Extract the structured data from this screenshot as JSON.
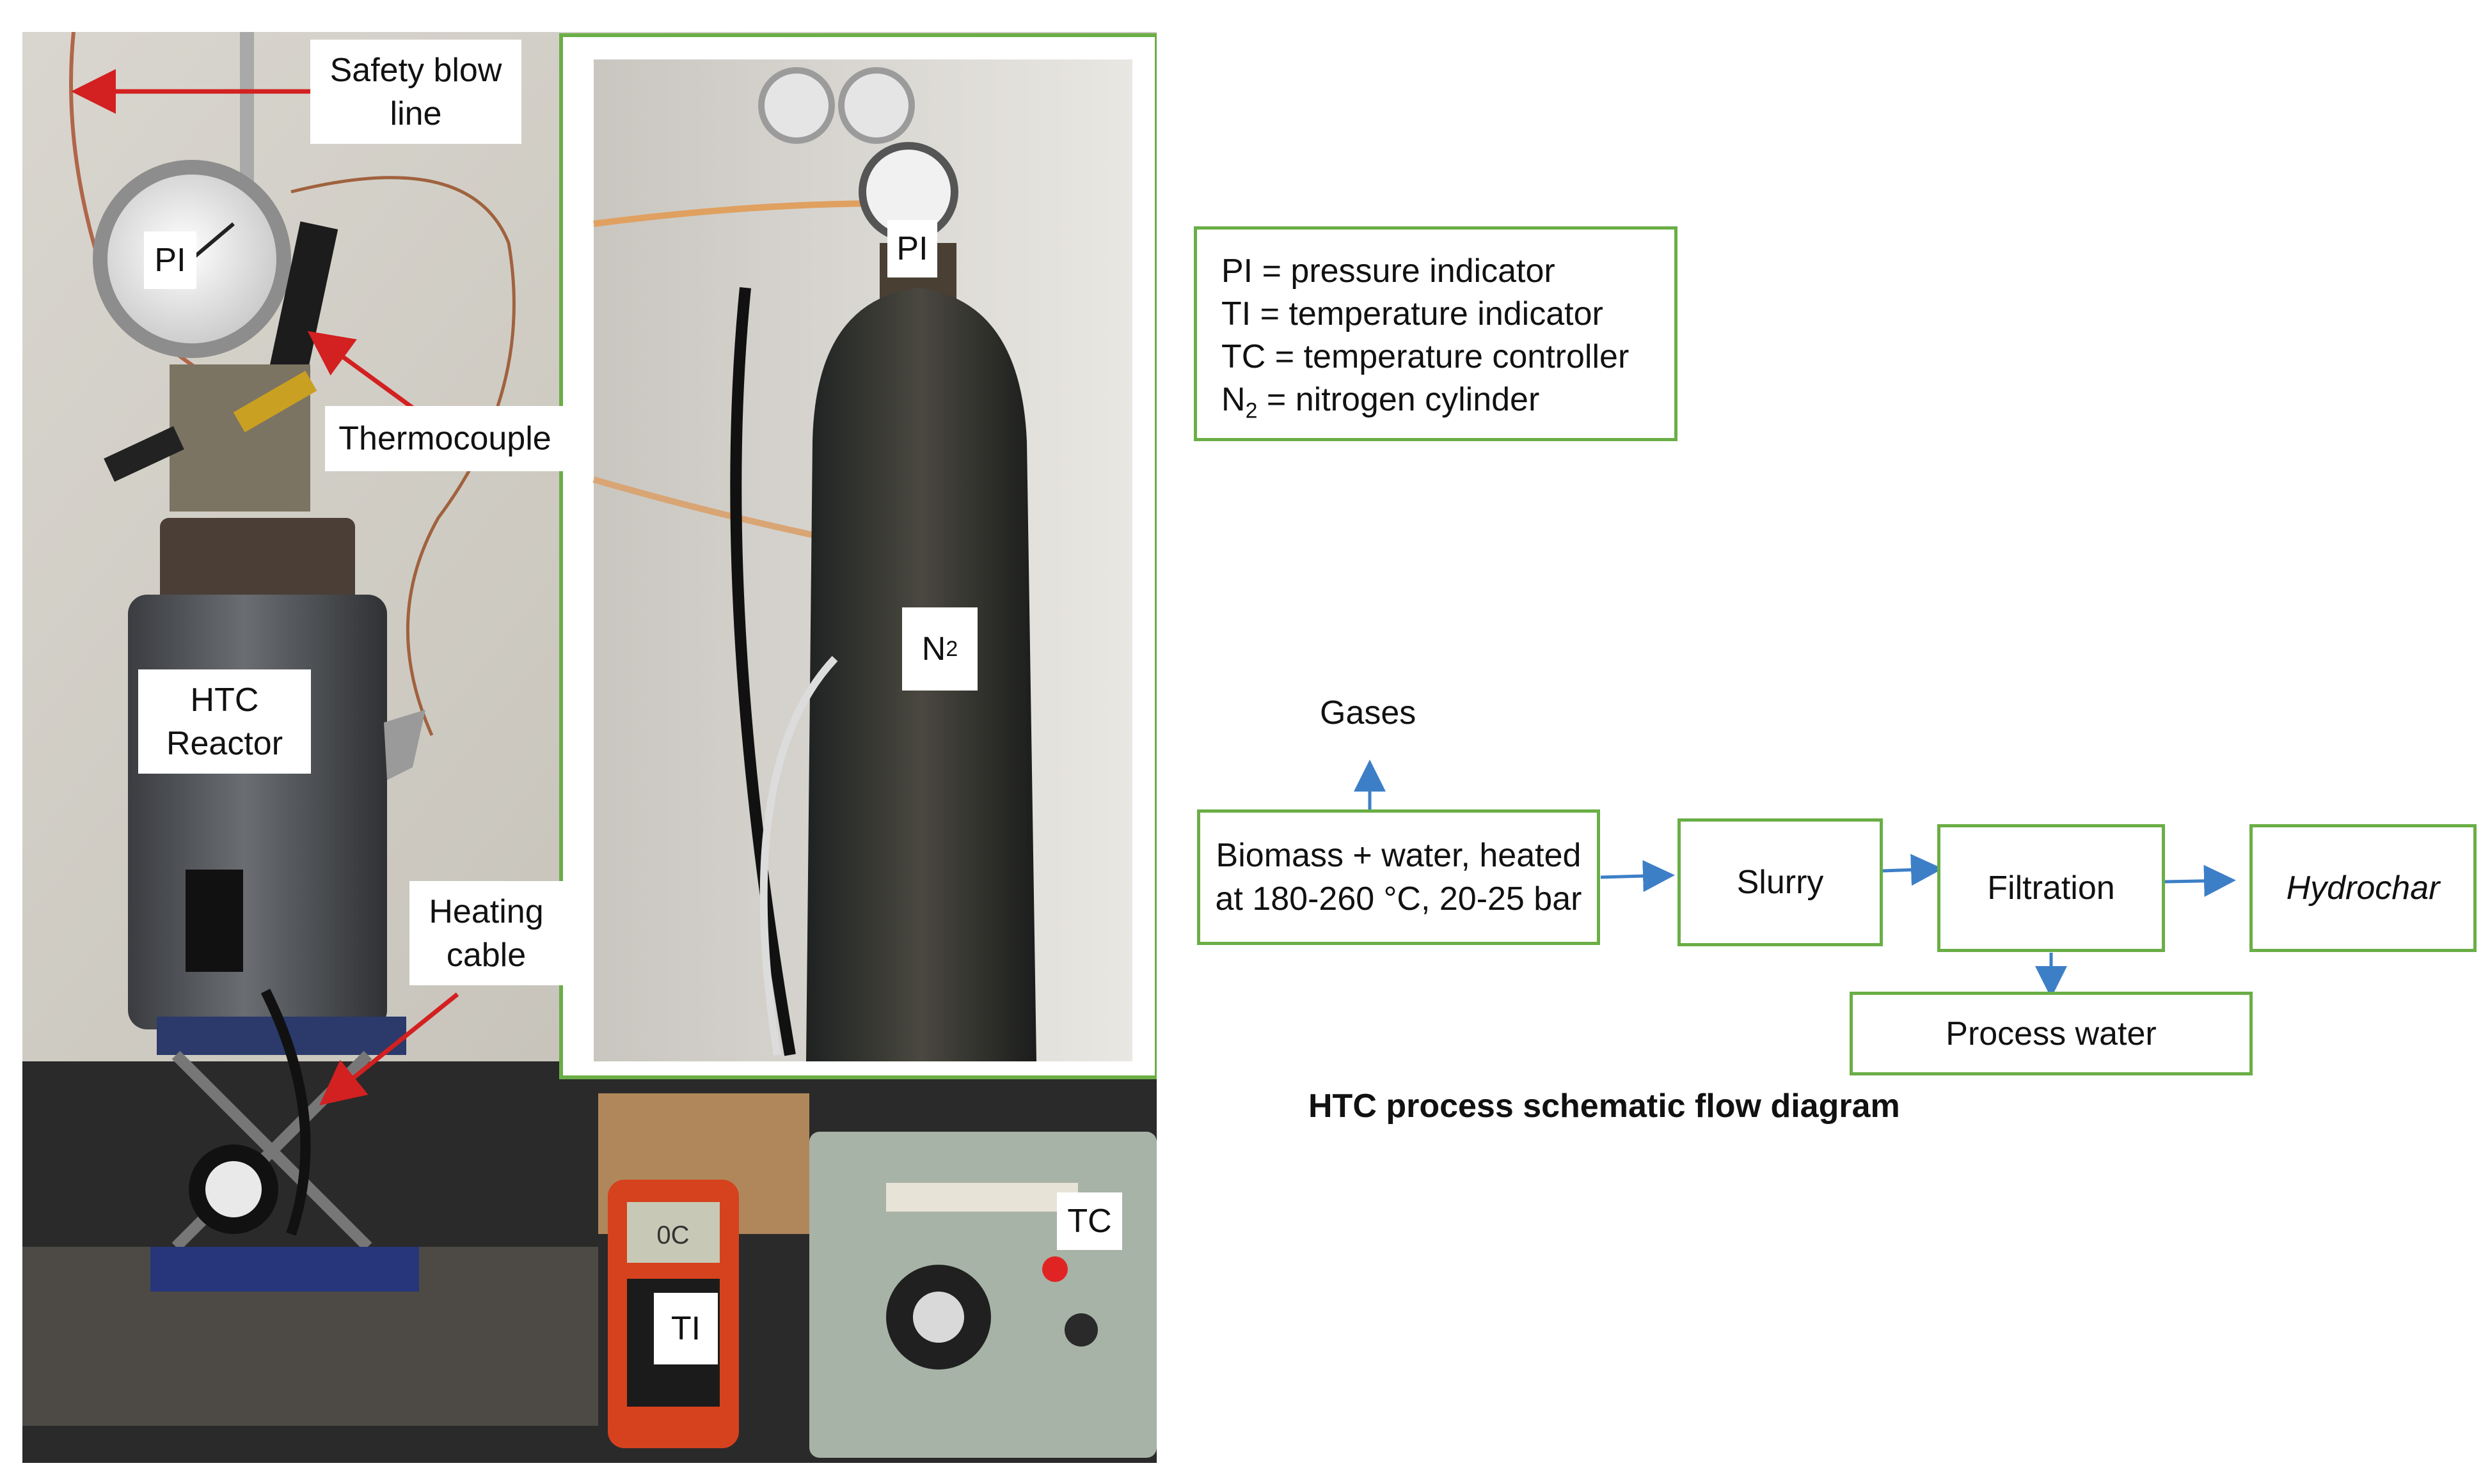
{
  "photo_labels": {
    "safety_blow_line": "Safety blow\nline",
    "pi_reactor": "PI",
    "thermocouple": "Thermocouple",
    "htc_reactor": "HTC\nReactor",
    "heating_cable": "Heating\ncable",
    "pi_cylinder": "PI",
    "n2": "N",
    "n2_sub": "2",
    "tc": "TC",
    "ti": "TI",
    "ti_display": "0C"
  },
  "legend": {
    "line1": "PI = pressure indicator",
    "line2": "TI = temperature indicator",
    "line3": "TC = temperature controller",
    "line4_prefix": "N",
    "line4_sub": "2",
    "line4_suffix": " = nitrogen cylinder"
  },
  "flow": {
    "gases": "Gases",
    "step1_line1": "Biomass + water, heated",
    "step1_line2": "at 180-260 °C, 20-25 bar",
    "slurry": "Slurry",
    "filtration": "Filtration",
    "hydrochar": "Hydrochar",
    "process_water": "Process water",
    "caption": "HTC process schematic flow diagram"
  },
  "colors": {
    "box_border": "#6aae46",
    "flow_arrow": "#3d7fc7",
    "annotation_arrow": "#d32020"
  }
}
